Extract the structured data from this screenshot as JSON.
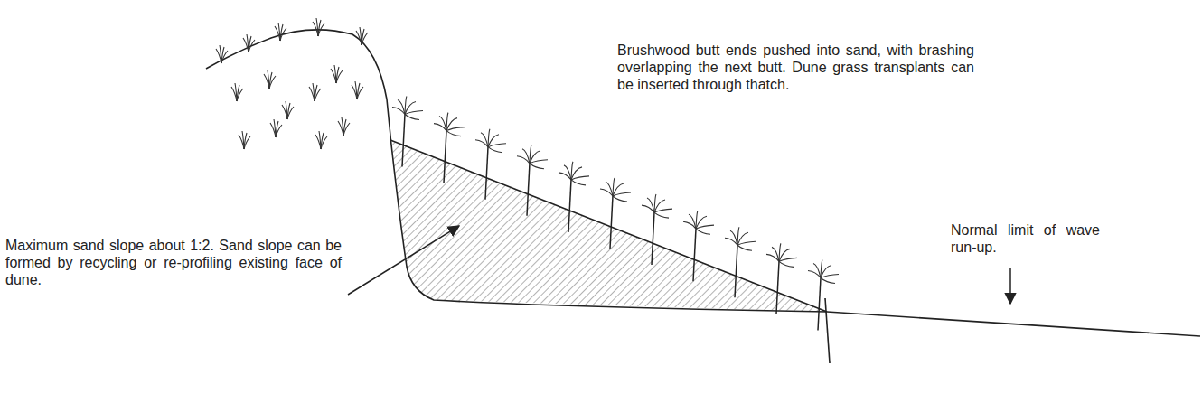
{
  "diagram": {
    "labels": [
      "Brushwood butt ends pushed into sand, with brashing overlapping the next butt. Dune grass transplants can be inserted through thatch.",
      "Maximum sand slope about 1:2. Sand slope can be formed by recycling or re-profiling existing face of dune.",
      "Normal limit of wave run-up."
    ]
  }
}
